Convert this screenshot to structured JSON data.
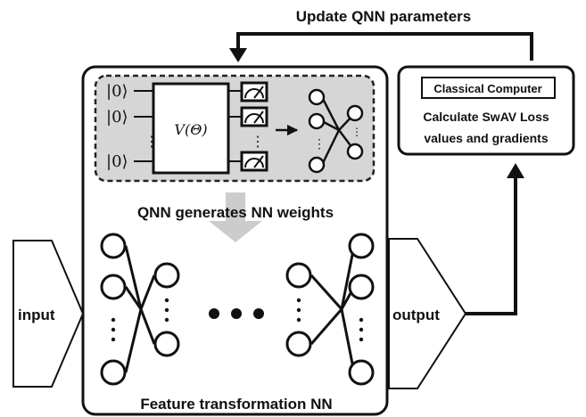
{
  "title": "Update QNN parameters",
  "classical": {
    "box_label": "Classical Computer",
    "line1": "Calculate SwAV Loss",
    "line2": "values and gradients"
  },
  "circuit": {
    "ket": "|0⟩",
    "unitary": "V(Θ)",
    "ellipsis": "⋮",
    "arrow": "→"
  },
  "qnn_caption": "QNN generates NN weights",
  "io": {
    "input": "input",
    "output": "output"
  },
  "nn_caption": "Feature transformation NN",
  "colors": {
    "qnn_panel": "#d6d6d6",
    "stroke": "#111111",
    "flow_arrow": "#cccccc"
  }
}
